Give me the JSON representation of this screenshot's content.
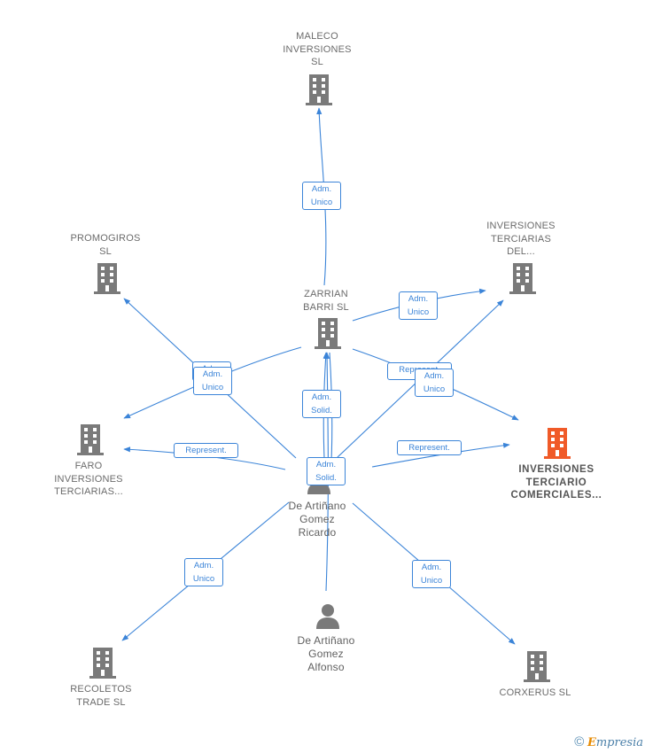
{
  "nodes": {
    "maleco": {
      "label": "MALECO\nINVERSIONES\nSL",
      "type": "company"
    },
    "promogiros": {
      "label": "PROMOGIROS\nSL",
      "type": "company"
    },
    "inv_terciarias_del": {
      "label": "INVERSIONES\nTERCIARIAS\nDEL...",
      "type": "company"
    },
    "zarrian": {
      "label": "ZARRIAN\nBARRI  SL",
      "type": "company"
    },
    "faro": {
      "label": "FARO\nINVERSIONES\nTERCIARIAS...",
      "type": "company"
    },
    "inv_terciario_comerciales": {
      "label": "INVERSIONES\nTERCIARIO\nCOMERCIALES...",
      "type": "company-main"
    },
    "ricardo": {
      "label": "De Artiñano\nGomez\nRicardo",
      "type": "person"
    },
    "recoletos": {
      "label": "RECOLETOS\nTRADE  SL",
      "type": "company"
    },
    "alfonso": {
      "label": "De Artiñano\nGomez\nAlfonso",
      "type": "person"
    },
    "corxerus": {
      "label": "CORXERUS  SL",
      "type": "company"
    }
  },
  "edge_labels": {
    "adm_unico": "Adm.\nUnico",
    "adm_solid": "Adm.\nSolid.",
    "represent": "Represent."
  },
  "colors": {
    "edge": "#3b84d8",
    "company_icon": "#7a7a7a",
    "main_icon": "#f05a28",
    "person_icon": "#7a7a7a"
  },
  "footer": {
    "copyright": "©",
    "brand_first": "E",
    "brand_rest": "mpresia"
  }
}
